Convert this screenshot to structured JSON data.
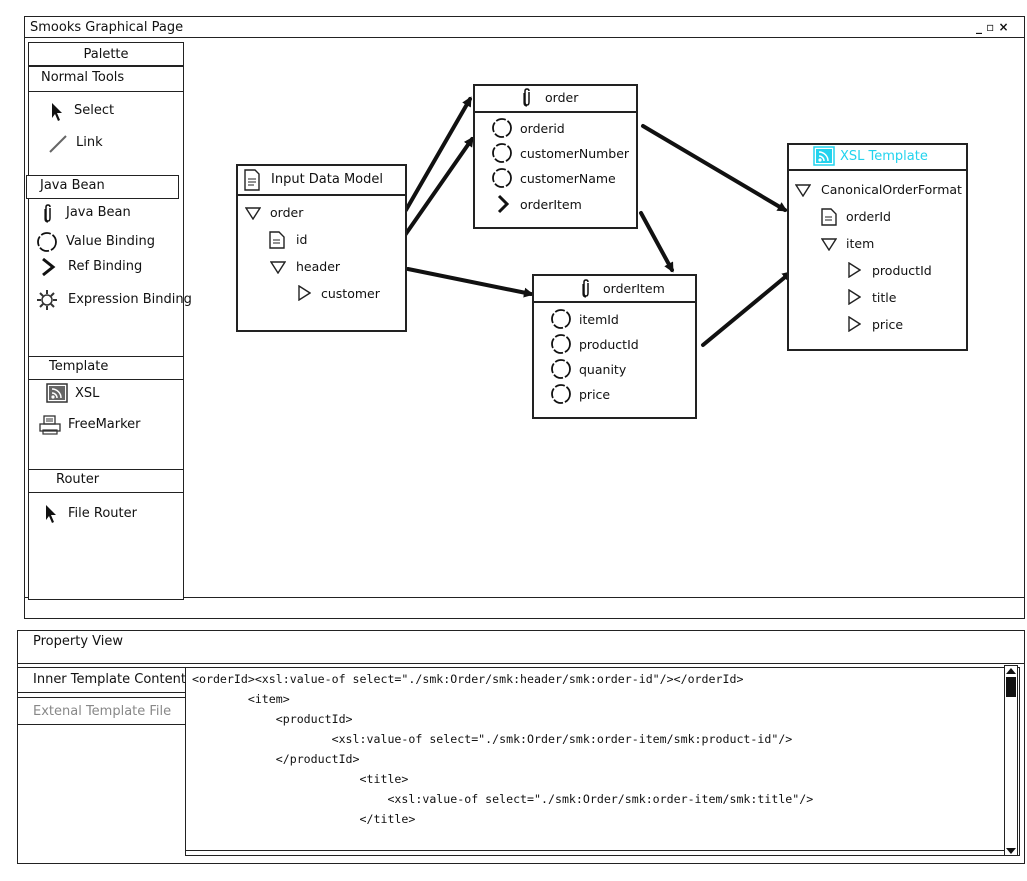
{
  "window": {
    "title": "Smooks Graphical Page",
    "controls": "_ ▫ ×"
  },
  "palette": {
    "title": "Palette",
    "sections": [
      {
        "title": "Normal Tools",
        "items": [
          {
            "label": "Select",
            "icon": "cursor-icon"
          },
          {
            "label": "Link",
            "icon": "link-line-icon"
          }
        ]
      },
      {
        "title": "Java Bean",
        "items": [
          {
            "label": "Java Bean",
            "icon": "paperclip-icon"
          },
          {
            "label": "Value Binding",
            "icon": "circle-icon"
          },
          {
            "label": "Ref Binding",
            "icon": "chevron-right-icon"
          },
          {
            "label": "Expression Binding",
            "icon": "gear-icon"
          }
        ]
      },
      {
        "title": "Template",
        "items": [
          {
            "label": "XSL",
            "icon": "rss-icon"
          },
          {
            "label": "FreeMarker",
            "icon": "printer-icon"
          }
        ]
      },
      {
        "title": "Router",
        "items": [
          {
            "label": "File Router",
            "icon": "cursor-icon"
          }
        ]
      }
    ]
  },
  "canvas": {
    "input_model": {
      "title": "Input Data Model",
      "nodes": [
        "order",
        "id",
        "header",
        "customer"
      ]
    },
    "order_bean": {
      "title": "order",
      "fields": [
        "orderid",
        "customerNumber",
        "customerName",
        "orderItem"
      ]
    },
    "orderitem_bean": {
      "title": "orderItem",
      "fields": [
        "itemId",
        "productId",
        "quanity",
        "price"
      ]
    },
    "xsl_template": {
      "title": "XSL Template",
      "title_color": "#22d3ee",
      "nodes": [
        "CanonicalOrderFormat",
        "orderId",
        "item",
        "productId",
        "title",
        "price"
      ]
    }
  },
  "property_view": {
    "title": "Property View",
    "tabs": [
      "Inner Template Content",
      "Extenal Template File"
    ],
    "code_lines": [
      "<orderId><xsl:value-of select=\"./smk:Order/smk:header/smk:order-id\"/></orderId>",
      "        <item>",
      "            <productId>",
      "                    <xsl:value-of select=\"./smk:Order/smk:order-item/smk:product-id\"/>",
      "            </productId>",
      "                        <title>",
      "                            <xsl:value-of select=\"./smk:Order/smk:order-item/smk:title\"/>",
      "                        </title>"
    ]
  }
}
